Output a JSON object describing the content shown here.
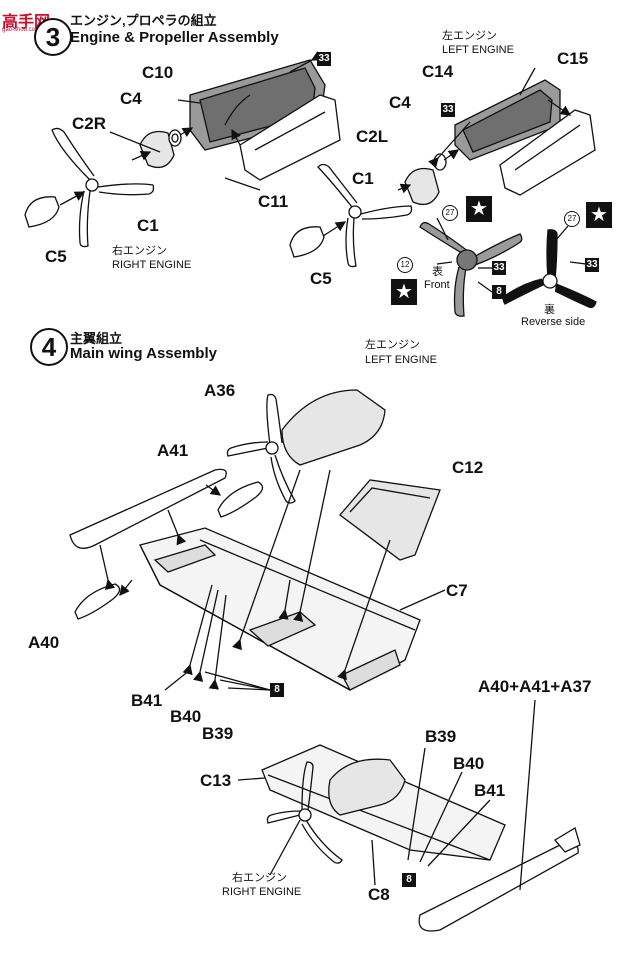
{
  "watermark": {
    "text": "高手网",
    "sub": "gao-shou.com"
  },
  "step3": {
    "number": "3",
    "title_ja": "エンジン,プロペラの組立",
    "title_en": "Engine & Propeller Assembly",
    "left_engine_ja": "左エンジン",
    "left_engine_en": "LEFT ENGINE",
    "right_engine_ja": "右エンジン",
    "right_engine_en": "RIGHT ENGINE",
    "parts": {
      "c10": "C10",
      "c4a": "C4",
      "c2r": "C2R",
      "c1a": "C1",
      "c5a": "C5",
      "c11": "C11",
      "c14": "C14",
      "c15": "C15",
      "c4b": "C4",
      "c2l": "C2L",
      "c1b": "C1",
      "c5b": "C5"
    },
    "front_ja": "表",
    "front_en": "Front",
    "reverse_ja": "裏",
    "reverse_en": "Reverse side",
    "circled_27": "27",
    "circled_12": "12",
    "badge_33": "33",
    "badge_8": "8",
    "star": "★"
  },
  "step4": {
    "number": "4",
    "title_ja": "主翼組立",
    "title_en": "Main wing Assembly",
    "left_engine_ja": "左エンジン",
    "left_engine_en": "LEFT ENGINE",
    "right_engine_ja": "右エンジン",
    "right_engine_en": "RIGHT ENGINE",
    "parts": {
      "a36": "A36",
      "a41": "A41",
      "c12": "C12",
      "c7": "C7",
      "a40": "A40",
      "b41a": "B41",
      "b40a": "B40",
      "b39a": "B39",
      "combo": "A40+A41+A37",
      "b39b": "B39",
      "b40b": "B40",
      "b41b": "B41",
      "c13": "C13",
      "c8": "C8"
    },
    "badge_8": "8"
  }
}
